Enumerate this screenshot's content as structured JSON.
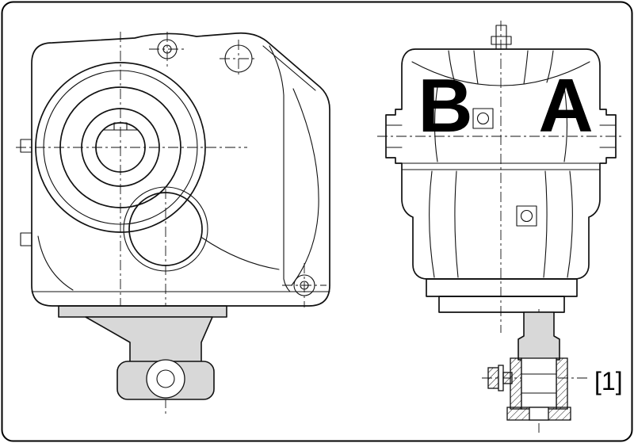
{
  "labels": {
    "side_b": "B",
    "side_a": "A",
    "callout_1": "[1]"
  },
  "colors": {
    "line": "#111111",
    "light_fill": "#d8d8d8",
    "background": "#ffffff"
  }
}
